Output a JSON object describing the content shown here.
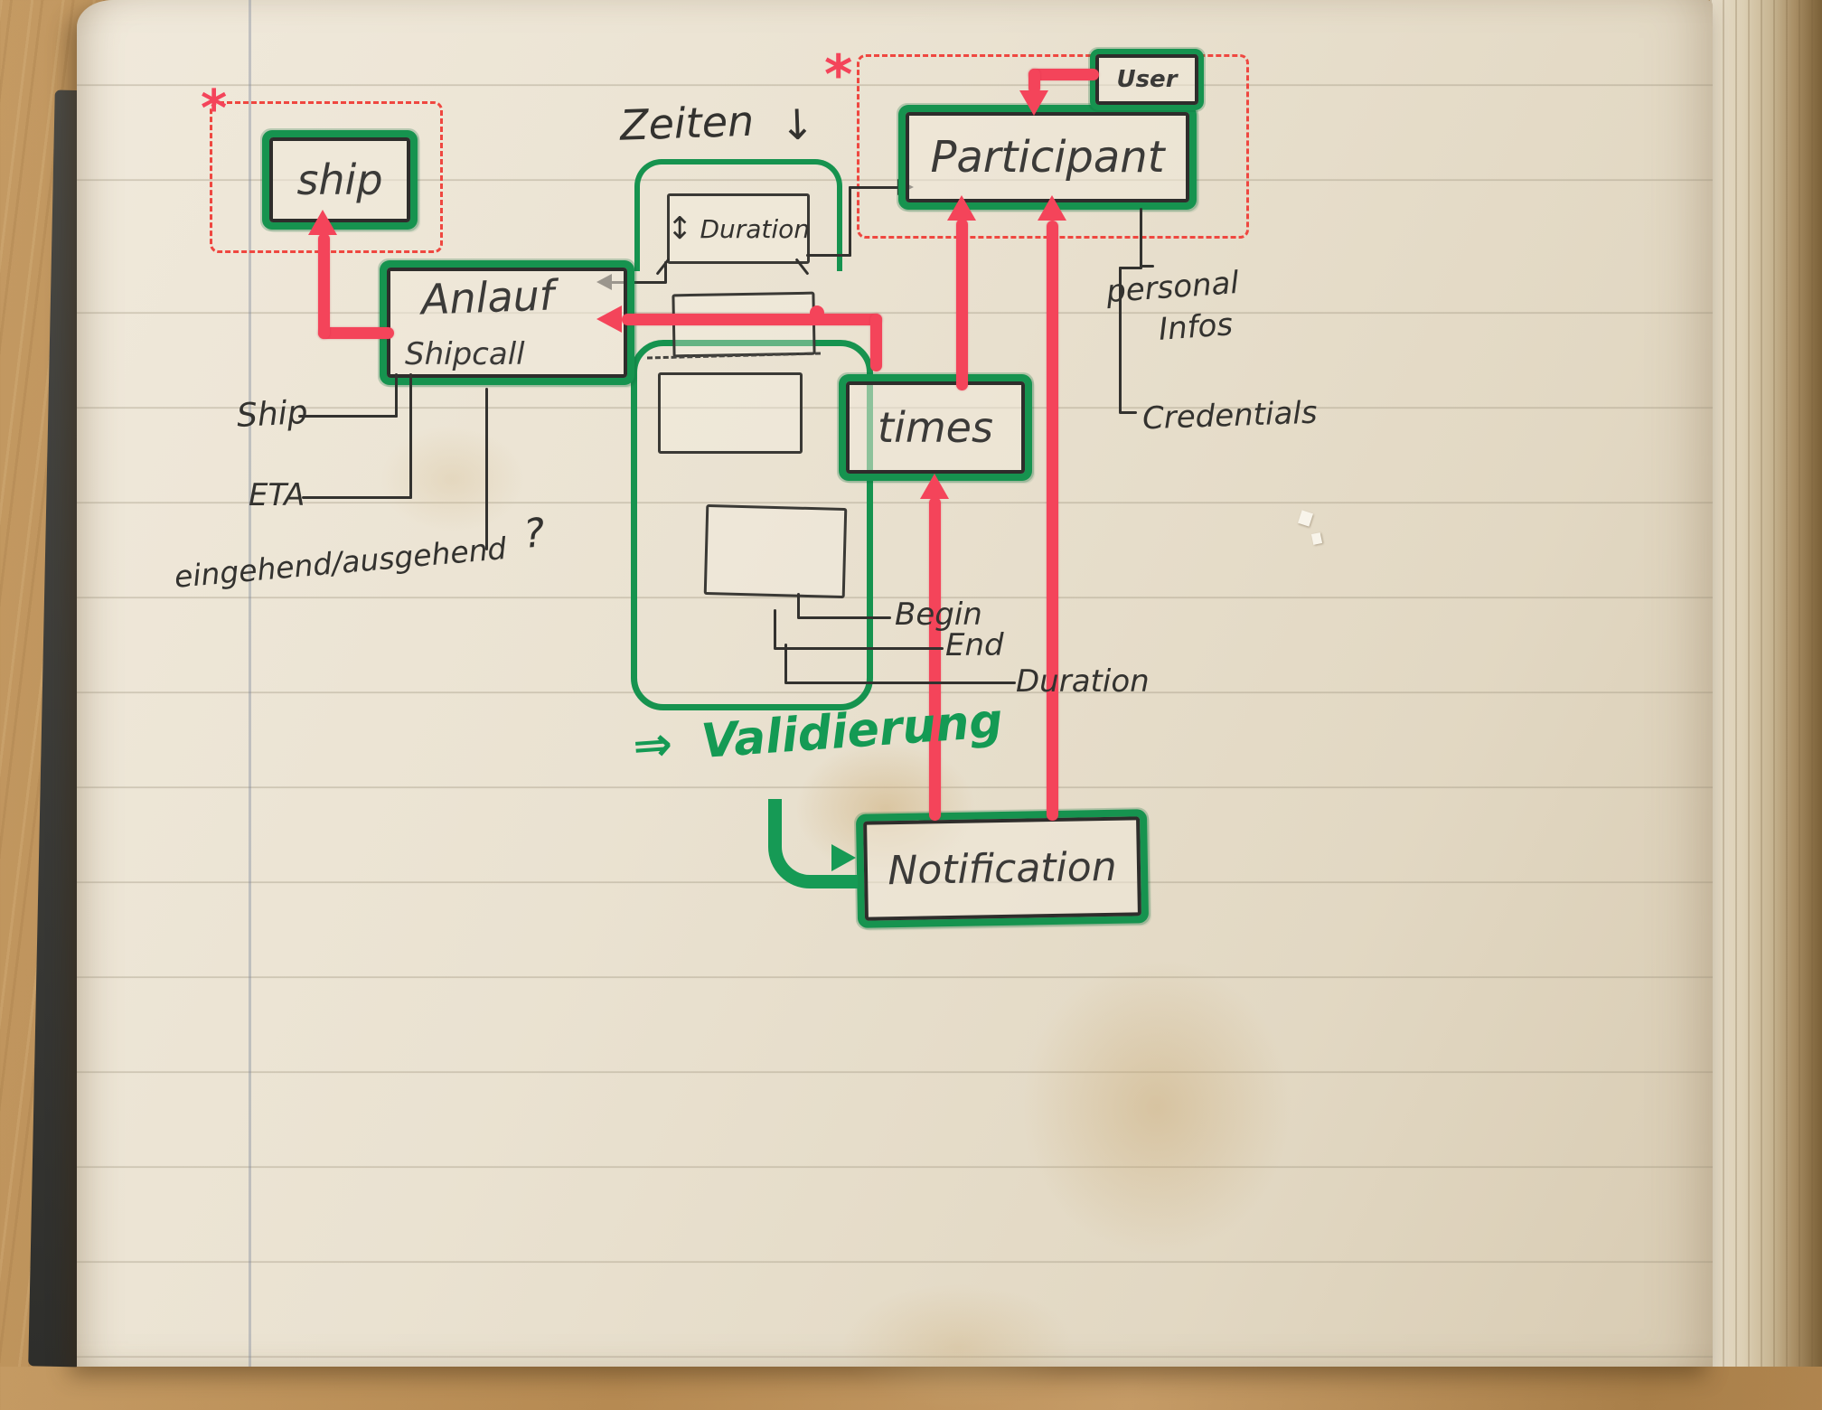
{
  "colors": {
    "marker_green": "#16934f",
    "marker_red": "#f4445a",
    "ink": "#33322f",
    "dashed_red": "#ef4740",
    "page": "#eae2d1"
  },
  "entities": {
    "ship": {
      "label": "ship"
    },
    "anlauf": {
      "label": "Anlauf",
      "sublabel": "Shipcall"
    },
    "participant": {
      "label": "Participant"
    },
    "user": {
      "label": "User"
    },
    "times": {
      "label": "times"
    },
    "notification": {
      "label": "Notification"
    },
    "duration_field": {
      "label": "Duration",
      "resize_arrow": "↕"
    }
  },
  "attributes": {
    "ship": "Ship",
    "eta": "ETA",
    "in_out": "eingehend/ausgehend",
    "question_mark": "?",
    "begin": "Begin",
    "end": "End",
    "duration": "Duration",
    "personal_line1": "personal",
    "personal_line2": "Infos",
    "credentials": "Credentials"
  },
  "notes": {
    "zeiten": "Zeiten",
    "zeiten_arrow": "↓",
    "validierung": "Validierung",
    "validierung_arrow": "⇒",
    "asterisk": "*"
  }
}
